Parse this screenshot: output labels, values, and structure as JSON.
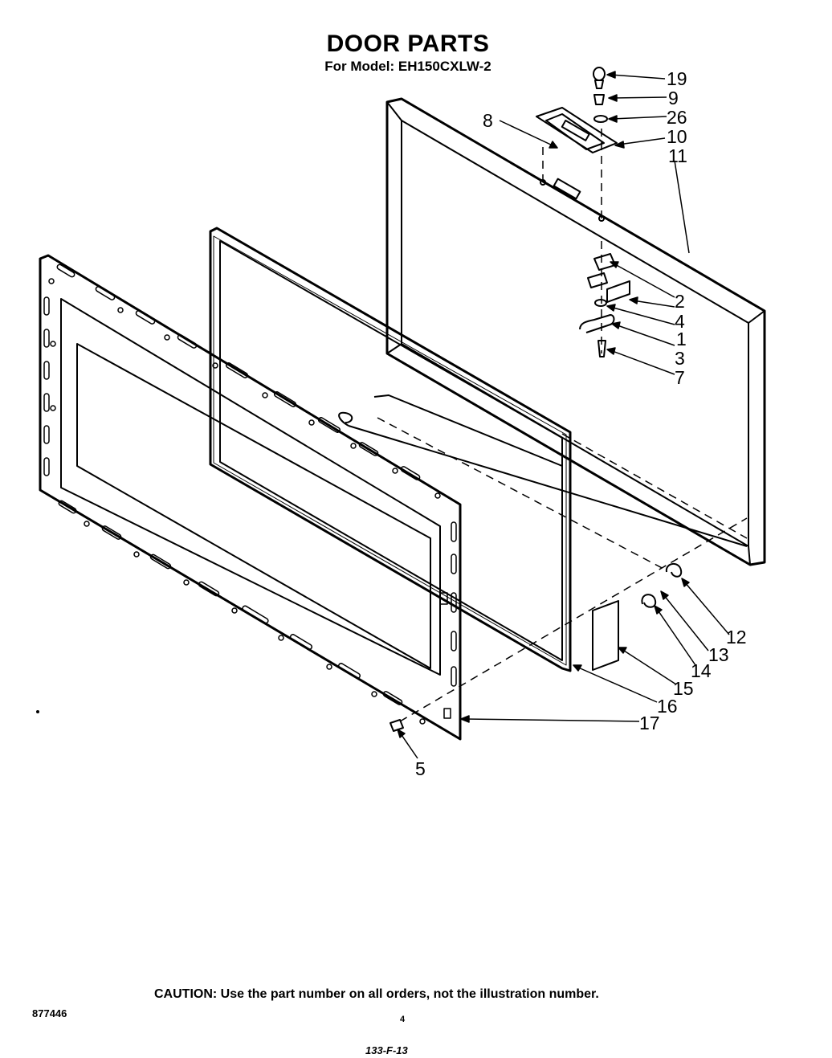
{
  "header": {
    "title": "DOOR PARTS",
    "model_line": "For Model: EH150CXLW-2"
  },
  "callouts": [
    "19",
    "9",
    "26",
    "10",
    "11",
    "8",
    "2",
    "4",
    "1",
    "3",
    "7",
    "12",
    "13",
    "14",
    "15",
    "16",
    "17",
    "5"
  ],
  "footer": {
    "caution": "CAUTION: Use the part number on all orders, not the illustration number.",
    "doc_number": "877446",
    "page_number": "4",
    "code": "133-F-13"
  }
}
